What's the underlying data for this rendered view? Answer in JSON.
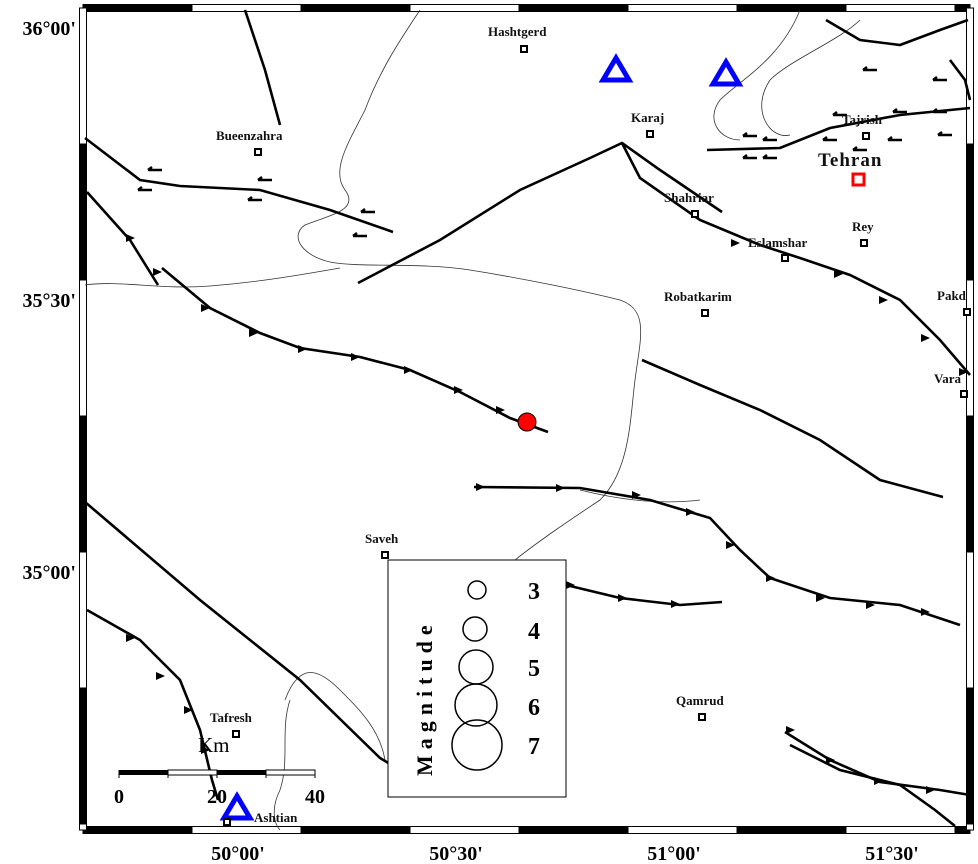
{
  "map": {
    "lat_labels": [
      "36°00'",
      "35°30'",
      "35°00'"
    ],
    "lon_labels": [
      "50°00'",
      "50°30'",
      "51°00'",
      "51°30'"
    ],
    "cities": {
      "hashtgerd": "Hashtgerd",
      "karaj": "Karaj",
      "bueenzahra": "Bueenzahra",
      "tajrish": "Tajrish",
      "tehran": "Tehran",
      "shahriar": "Shahriar",
      "eslamshar": "Eslamshar",
      "rey": "Rey",
      "robatkarim": "Robatkarim",
      "pakdasht": "Pakd",
      "varamin": "Vara",
      "saveh": "Saveh",
      "tafresh": "Tafresh",
      "ashtian": "Ashtian",
      "qamrud": "Qamrud"
    },
    "colors": {
      "station": "#0000ff",
      "epicenter": "#ff0000",
      "capital": "#ff0000"
    }
  },
  "legend": {
    "title": "Magnitude",
    "magnitudes": [
      "3",
      "4",
      "5",
      "6",
      "7"
    ]
  },
  "scale_bar": {
    "unit": "Km",
    "labels": [
      "0",
      "20",
      "40"
    ]
  }
}
